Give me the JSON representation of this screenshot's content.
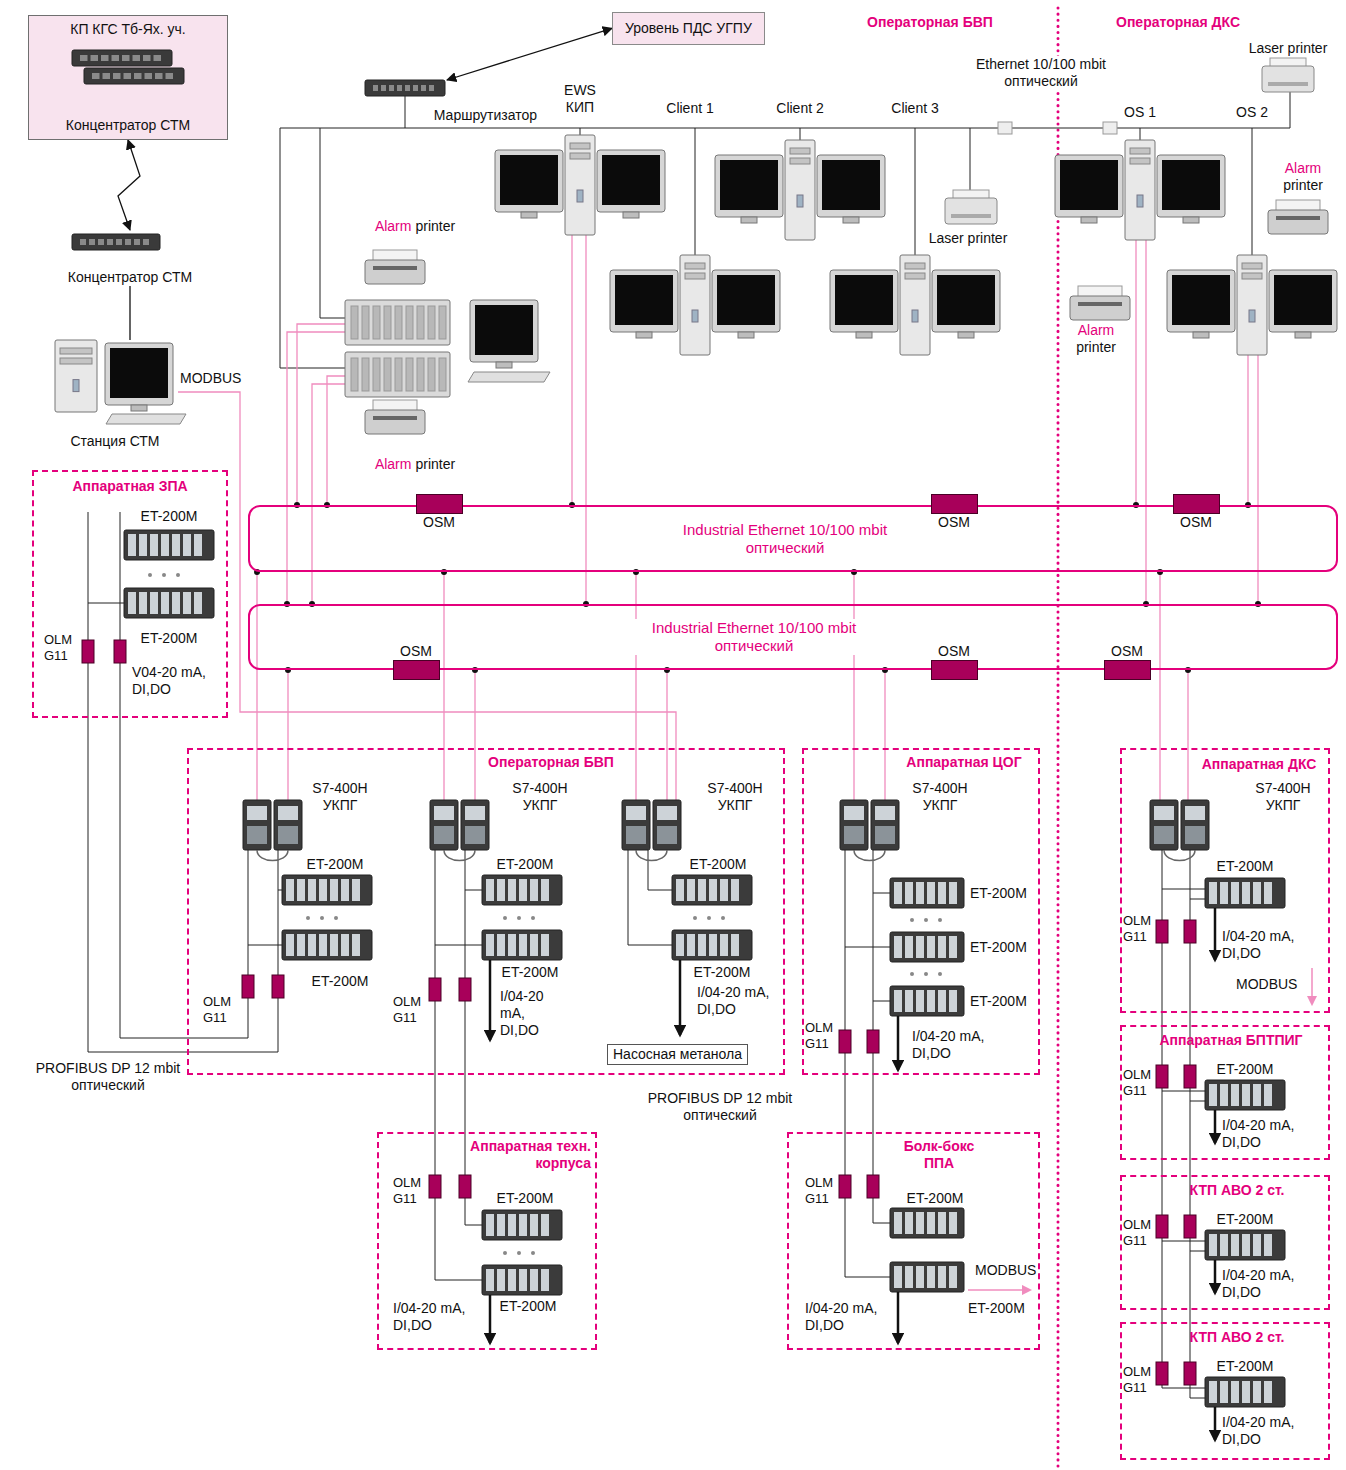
{
  "diagram": {
    "nodes": [
      {
        "text": [
          "КП КГС Тб-Ях. уч.",
          "Концентратор СТМ"
        ]
      },
      {
        "text": [
          "Уровень ПДС УГПУ"
        ]
      },
      {
        "text": [
          "Концентратор СТМ"
        ]
      },
      {
        "text": [
          "Станция СТМ"
        ]
      },
      {
        "text": [
          "Маршрутизатор"
        ]
      },
      {
        "text": [
          "EWS КИП"
        ]
      },
      {
        "text": [
          "Client 1"
        ]
      },
      {
        "text": [
          "Client 2"
        ]
      },
      {
        "text": [
          "Client 3"
        ]
      },
      {
        "text": [
          "Laser printer"
        ]
      },
      {
        "text": [
          "OS 1"
        ]
      },
      {
        "text": [
          "OS 2"
        ]
      },
      {
        "text": [
          "Laser printer"
        ]
      },
      {
        "text": [
          "Alarm",
          "printer"
        ]
      },
      {
        "text": [
          "Alarm",
          "printer"
        ]
      },
      {
        "text": [
          "Alarm",
          "printer"
        ]
      },
      {
        "text": [
          "Alarm",
          "printer"
        ]
      },
      {
        "text": [
          "Аппаратная ЗПА"
        ]
      },
      {
        "text": [
          "Industrial Ethernet 10/100 mbit оптический"
        ]
      },
      {
        "text": [
          "Industrial Ethernet 10/100 mbit оптический"
        ]
      },
      {
        "text": [
          "OSM"
        ]
      },
      {
        "text": [
          "OSM"
        ]
      },
      {
        "text": [
          "OSM"
        ]
      },
      {
        "text": [
          "OSM"
        ]
      },
      {
        "text": [
          "OSM"
        ]
      },
      {
        "text": [
          "OSM"
        ]
      },
      {
        "text": [
          "Операторная БВП"
        ]
      },
      {
        "text": [
          "Насосная метанола"
        ],
        "in": 26
      },
      {
        "text": [
          "Аппаратная ЦОГ"
        ]
      },
      {
        "text": [
          "Аппаратная ДКС"
        ]
      },
      {
        "text": [
          "Аппаратная техн. корпуса"
        ]
      },
      {
        "text": [
          "Болк-бокс ППА"
        ]
      },
      {
        "text": [
          "Аппаратная БПТПИГ"
        ]
      },
      {
        "text": [
          "КТП АВО 2 ст."
        ]
      },
      {
        "text": [
          "КТП АВО 2 ст."
        ]
      }
    ],
    "edges": [
      {
        "from": 2,
        "to": 0,
        "arrow": "both"
      },
      {
        "from": 2,
        "to": 3,
        "arrow": "none"
      },
      {
        "from": 4,
        "to": 1,
        "arrow": "both"
      }
    ],
    "labels": [
      "Ethernet 10/100 mbit оптический",
      "Операторная БВП",
      "Операторная ДКС",
      "MODBUS",
      "PROFIBUS DP 12 mbit оптический",
      "PROFIBUS DP 12 mbit оптический",
      "ET-200M",
      "ET-200M",
      "OLM G11",
      "V04-20 mA, DI,DO",
      "S7-400H УКПГ",
      "ET-200M",
      "ET-200M",
      "OLM G11",
      "S7-400H УКПГ",
      "ET-200M",
      "ET-200M",
      "OLM G11",
      "I/04-20 mA, DI,DO",
      "S7-400H УКПГ",
      "ET-200M",
      "ET-200M",
      "I/04-20 mA, DI,DO",
      "S7-400H УКПГ",
      "ET-200M",
      "ET-200M",
      "ET-200M",
      "OLM G11",
      "I/04-20 mA, DI,DO",
      "OLM G11",
      "ET-200M",
      "ET-200M",
      "I/04-20 mA, DI,DO",
      "OLM G11",
      "ET-200M",
      "MODBUS",
      "ET-200M",
      "I/04-20 mA, DI,DO",
      "S7-400H УКПГ",
      "ET-200M",
      "OLM G11",
      "I/04-20 mA, DI,DO",
      "MODBUS",
      "ET-200M",
      "OLM G11",
      "I/04-20 mA, DI,DO",
      "ET-200M",
      "OLM G11",
      "I/04-20 mA, DI,DO",
      "ET-200M",
      "OLM G11",
      "I/04-20 mA, DI,DO"
    ]
  }
}
